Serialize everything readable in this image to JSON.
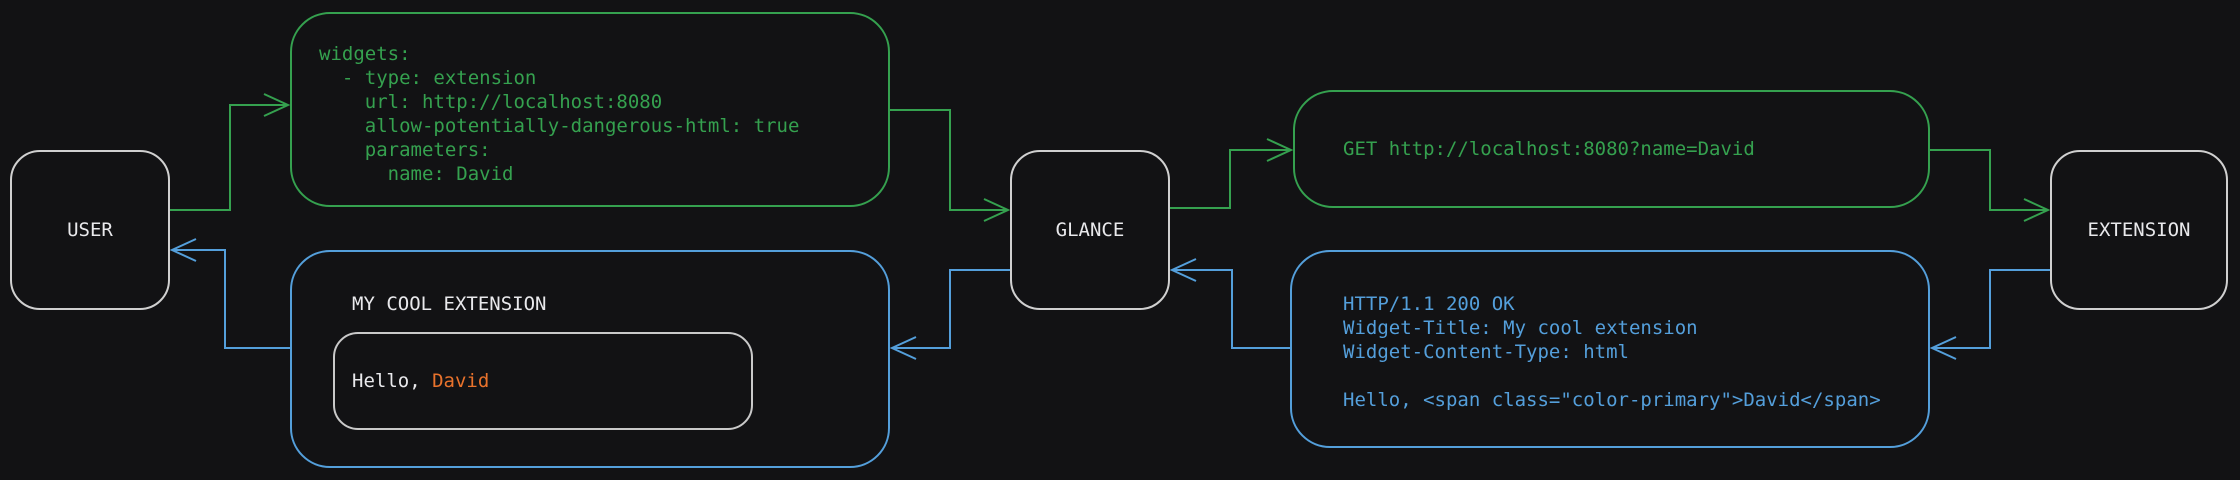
{
  "colors": {
    "background": "#121214",
    "request_green": "#35a14f",
    "response_blue": "#549fdb",
    "highlight_orange": "#e8722c",
    "node_border": "#d0d0d0",
    "text_light": "#e9e9ec"
  },
  "nodes": {
    "user": {
      "label": "USER"
    },
    "glance": {
      "label": "GLANCE"
    },
    "extension": {
      "label": "EXTENSION"
    }
  },
  "messages": {
    "config_yaml": {
      "lines": [
        "widgets:",
        "  - type: extension",
        "    url: http://localhost:8080",
        "    allow-potentially-dangerous-html: true",
        "    parameters:",
        "      name: David"
      ]
    },
    "http_request": {
      "text": "GET http://localhost:8080?name=David"
    },
    "http_response": {
      "lines": [
        "HTTP/1.1 200 OK",
        "Widget-Title: My cool extension",
        "Widget-Content-Type: html",
        "",
        "Hello, <span class=\"color-primary\">David</span>"
      ]
    },
    "widget_preview": {
      "title": "MY COOL EXTENSION",
      "greeting_prefix": "Hello, ",
      "greeting_name": "David"
    }
  }
}
